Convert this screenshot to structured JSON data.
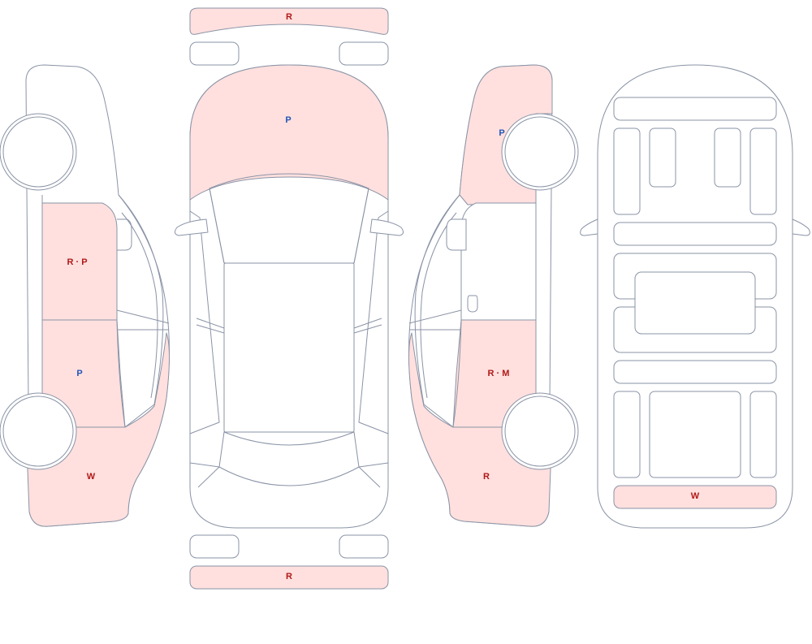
{
  "colors": {
    "outline": "#8a93a6",
    "damaged_fill": "#ffe0de",
    "clean_fill": "#ffffff",
    "code_red": "#b01818",
    "code_blue": "#2356b8"
  },
  "labels": {
    "front_bumper": "R",
    "hood": "P",
    "rear_bumper": "R",
    "left_front_door": "R · P",
    "left_rear_door": "P",
    "left_rear_quarter": "W",
    "right_front_fender": "P",
    "right_rear_door": "R · M",
    "right_rear_quarter": "R",
    "underbody_rear_panel": "W"
  }
}
